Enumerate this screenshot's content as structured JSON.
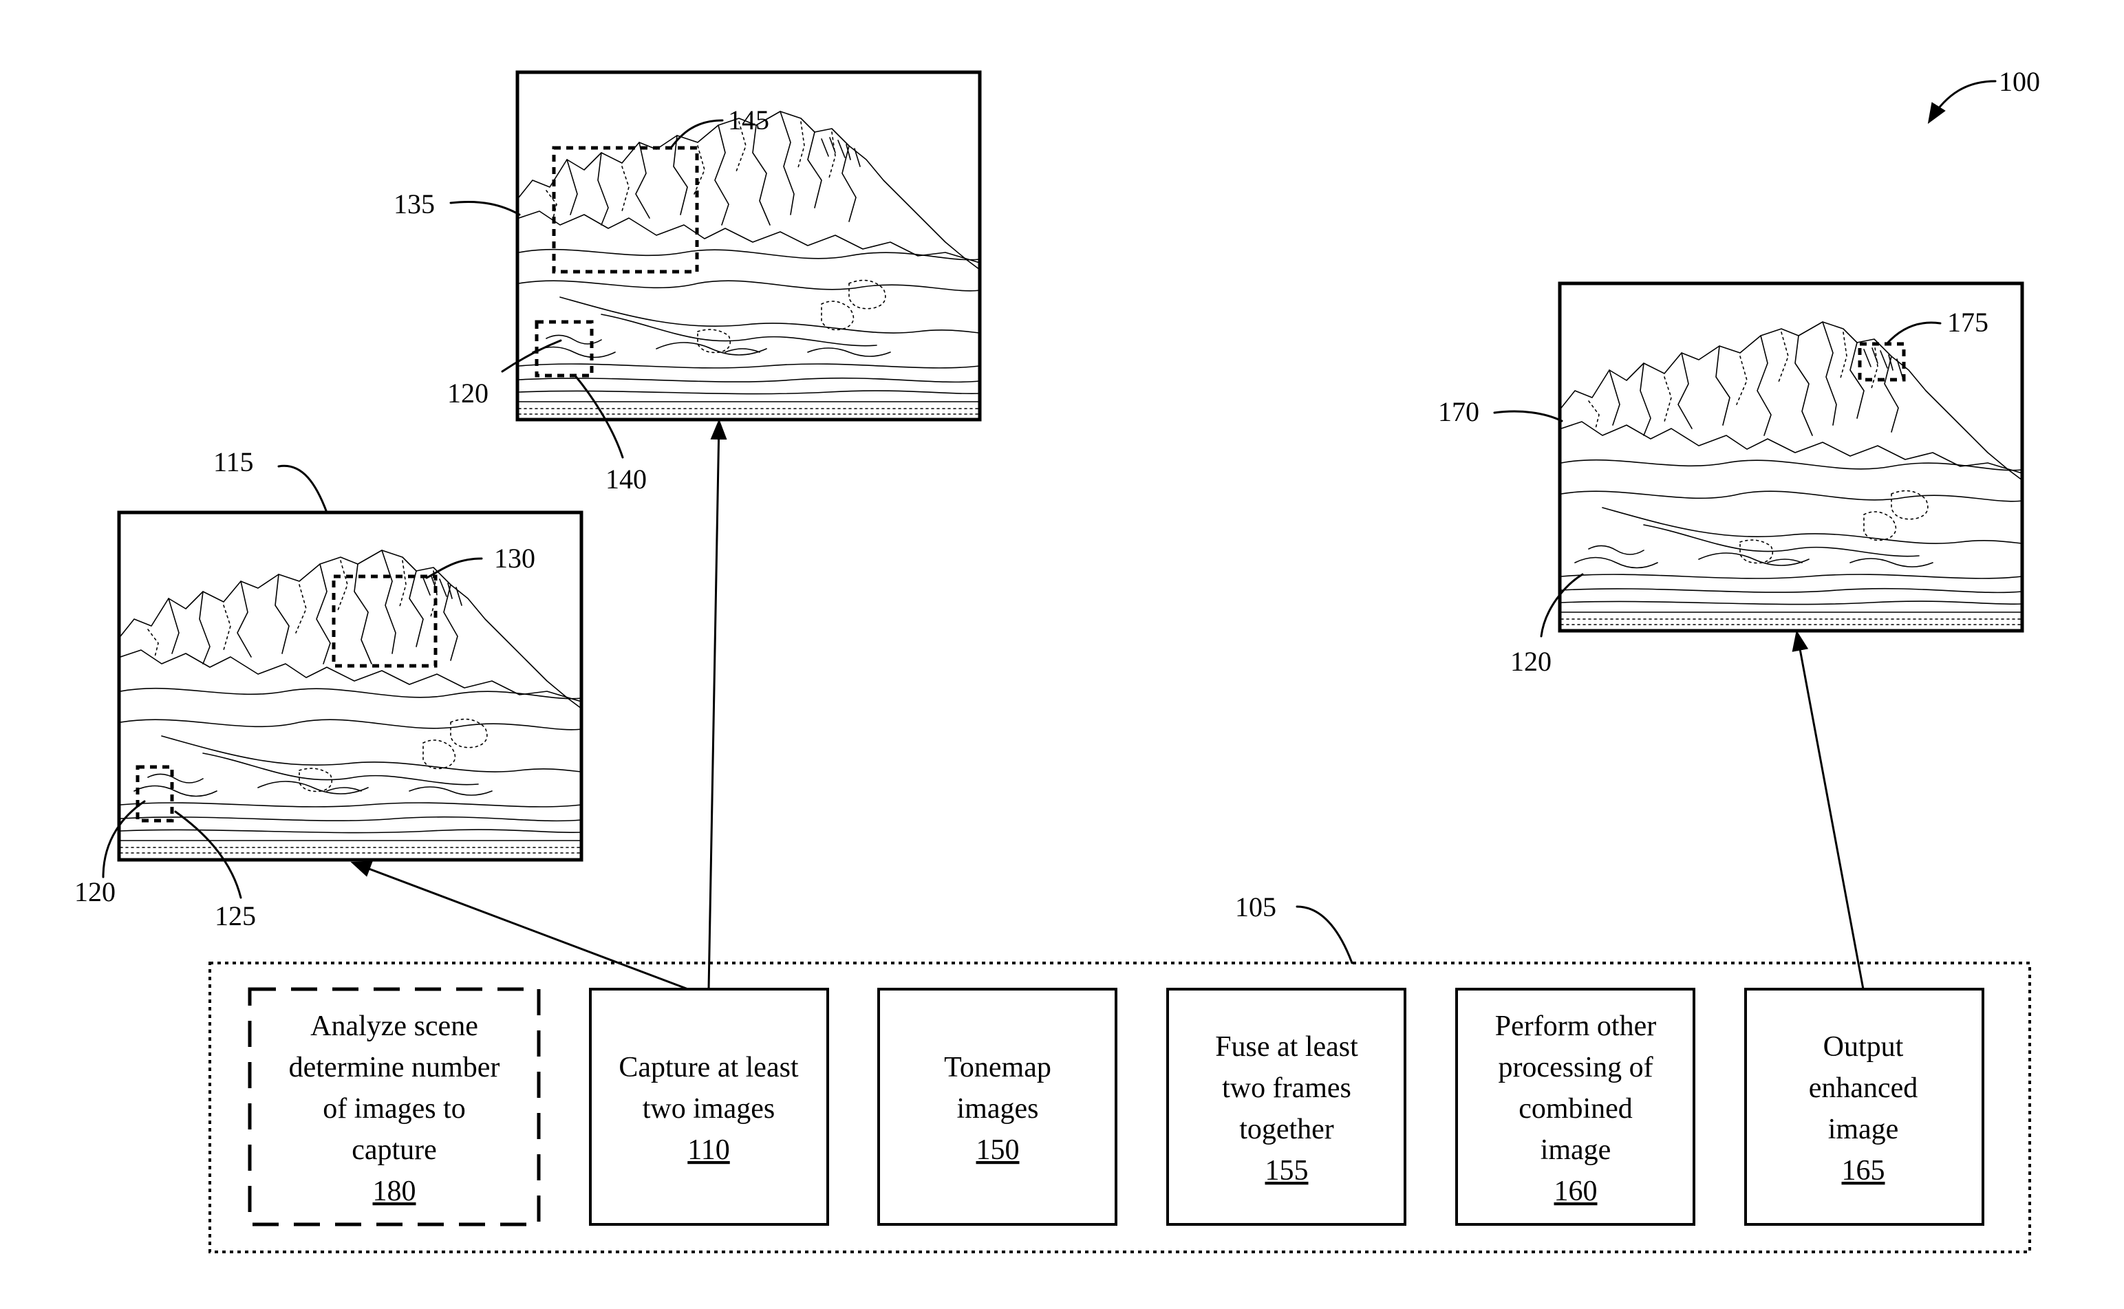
{
  "figure_ref": "100",
  "process_ref": "105",
  "steps": [
    {
      "lines": [
        "Analyze scene",
        "determine number",
        "of images to",
        "capture"
      ],
      "ref": "180",
      "optional": true
    },
    {
      "lines": [
        "Capture at least",
        "two images"
      ],
      "ref": "110",
      "optional": false
    },
    {
      "lines": [
        "Tonemap",
        "images"
      ],
      "ref": "150",
      "optional": false
    },
    {
      "lines": [
        "Fuse at least",
        "two frames",
        "together"
      ],
      "ref": "155",
      "optional": false
    },
    {
      "lines": [
        "Perform other",
        "processing of",
        "combined",
        "image"
      ],
      "ref": "160",
      "optional": false
    },
    {
      "lines": [
        "Output",
        "enhanced",
        "image"
      ],
      "ref": "165",
      "optional": false
    }
  ],
  "images": {
    "first_image": {
      "ref": "115",
      "region_ref_a": "130",
      "region_ref_b": "125",
      "object_ref": "120"
    },
    "second_image": {
      "ref": "135",
      "region_ref_a": "145",
      "region_ref_b": "140",
      "object_ref": "120"
    },
    "output_image": {
      "ref": "170",
      "region_ref_a": "175",
      "object_ref": "120"
    }
  }
}
